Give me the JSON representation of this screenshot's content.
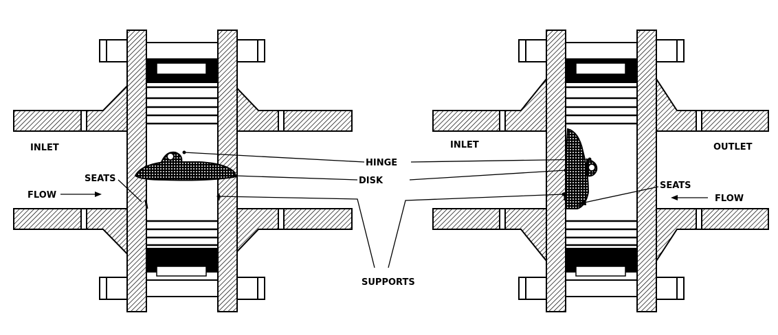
{
  "labels": {
    "left_inlet": "INLET",
    "left_seats": "SEATS",
    "left_flow": "FLOW",
    "hinge": "HINGE",
    "disk": "DISK",
    "supports": "SUPPORTS",
    "right_inlet": "INLET",
    "outlet": "OUTLET",
    "right_seats": "SEATS",
    "right_flow": "FLOW"
  }
}
